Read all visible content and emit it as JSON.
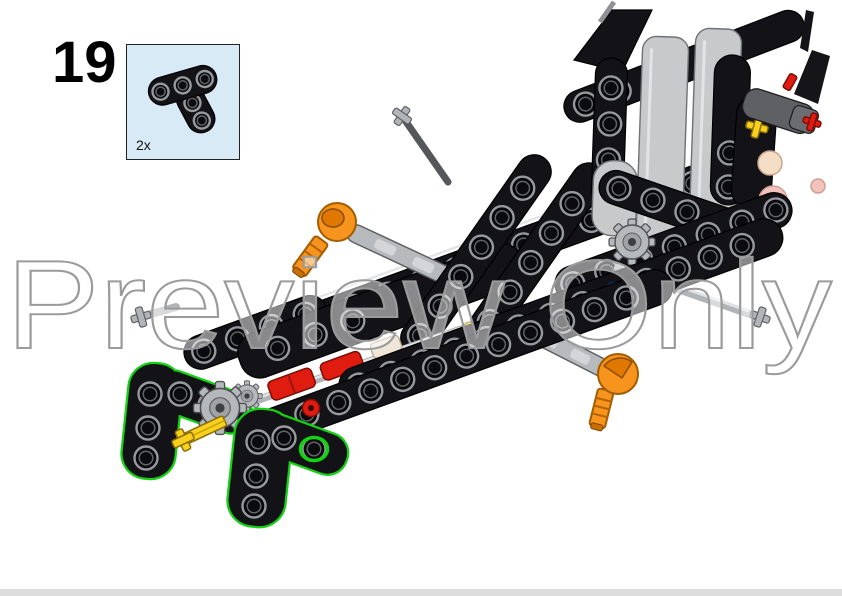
{
  "page": {
    "step_number": "19",
    "watermark_text": "Preview Only"
  },
  "parts_callout": {
    "quantity": "2x",
    "part": "technic-beam-3x3-t-shaped-thick-black"
  },
  "model": {
    "new_parts_highlighted": 2,
    "pieces": [
      "technic-beam-black-chassis",
      "technic-beam-black-diagonal-riser",
      "vertical-beam-black",
      "vertical-beam-light-gray",
      "steering-ball-joint-orange-left",
      "steering-ball-joint-orange-right",
      "axle-connector-red",
      "bush-red",
      "axle-gray-long",
      "axle-gray-3l",
      "axle-yellow-3l",
      "gear-12-tooth-gray",
      "gear-8-tooth-gray",
      "axle-pin-blue",
      "axle-connector-dark-gray",
      "cross-axle-end-yellow",
      "cross-axle-end-red",
      "round-piece-tan",
      "round-piece-pink",
      "t-beam-3x3-black-new-left",
      "t-beam-3x3-black-new-right",
      "highlight-hole-circle"
    ]
  },
  "colors": {
    "page_bg": "#ffffff",
    "black_part": "#131317",
    "beam_hole_rim": "#96999d",
    "light_gray_part": "#c7c9cb",
    "mid_gray_part": "#b2b5b8",
    "dark_gray_part": "#5e6063",
    "orange_part": "#f7941d",
    "orange_dark": "#a35c00",
    "red_part": "#e01b10",
    "yellow_part": "#f8d020",
    "blue_part": "#1f5fd0",
    "tan_part": "#f3ddc4",
    "pink_part": "#f2c3ba",
    "highlight_green": "#14d114",
    "callout_bg": "#d9eaf7",
    "watermark_fill": "#ffffff",
    "watermark_stroke": "#9b9b9b",
    "divider": "#dcdcdc"
  }
}
